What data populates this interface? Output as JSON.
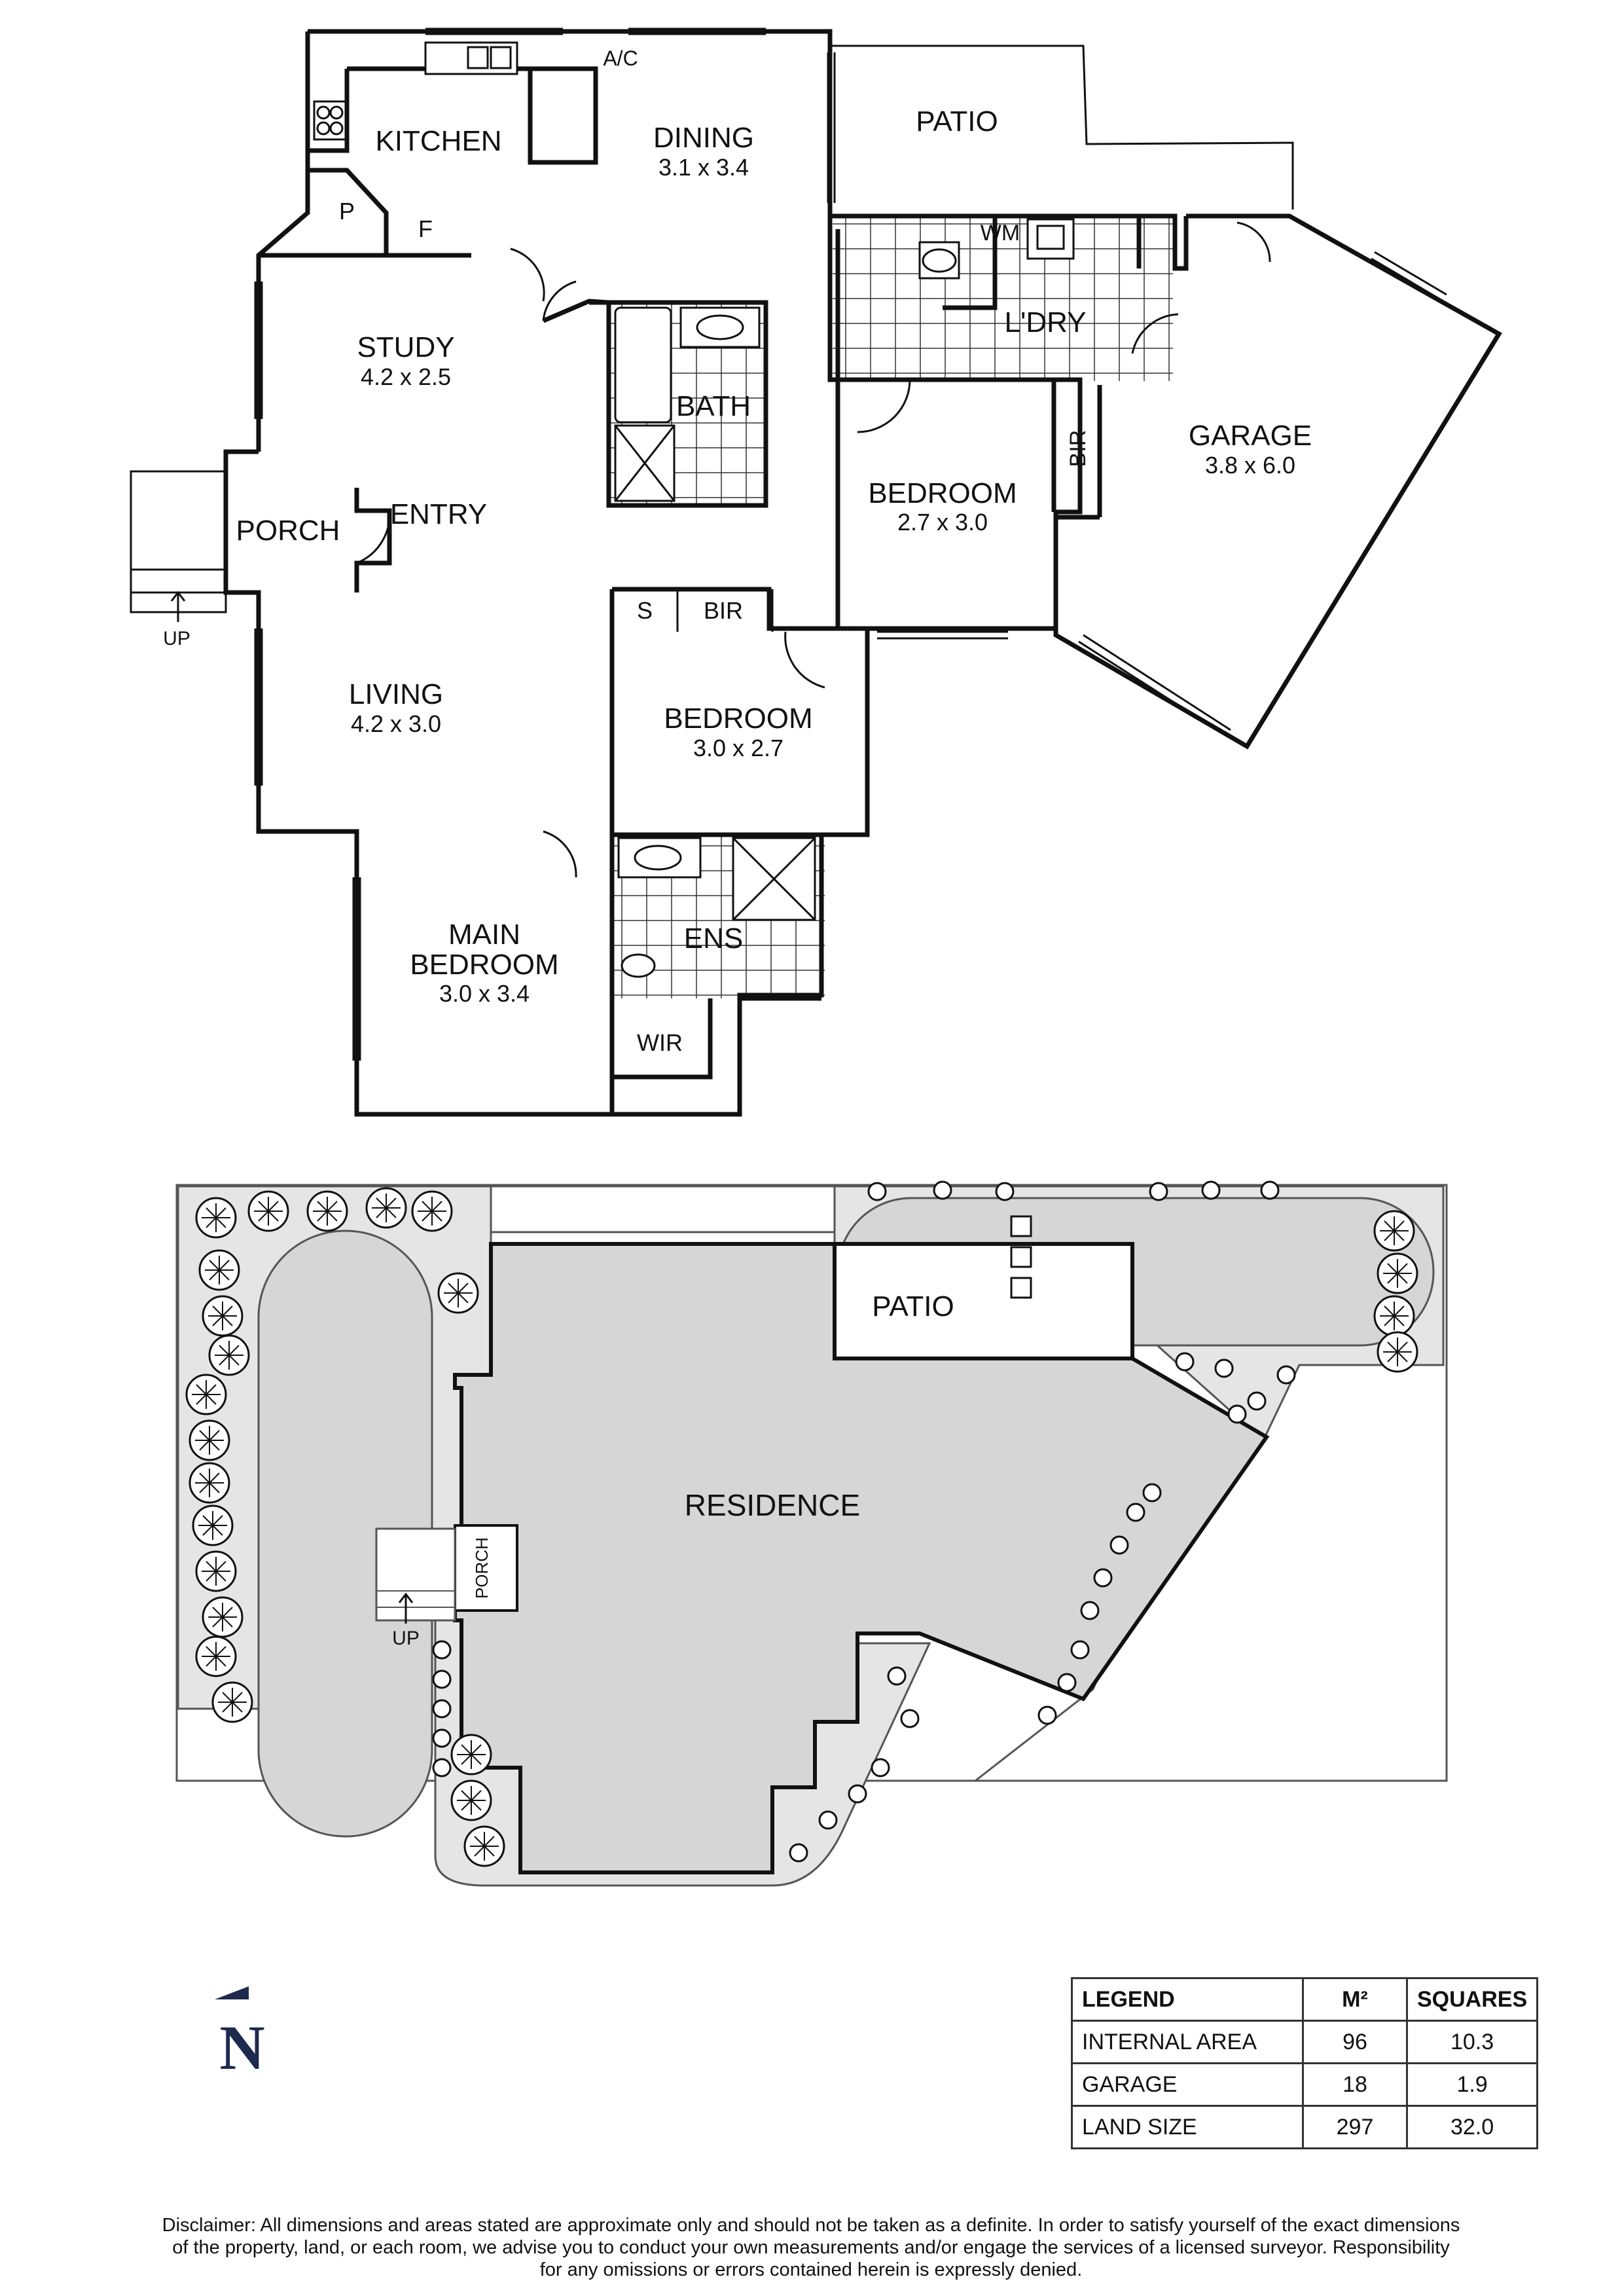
{
  "floor_plan": {
    "rooms": {
      "kitchen": "KITCHEN",
      "dining": "DINING",
      "dining_size": "3.1 x 3.4",
      "patio": "PATIO",
      "ac": "A/C",
      "pantry": "P",
      "fridge": "F",
      "wm": "WM",
      "laundry": "L'DRY",
      "study": "STUDY",
      "study_size": "4.2 x 2.5",
      "bath": "BATH",
      "bir_vertical": "BIR",
      "garage": "GARAGE",
      "garage_size": "3.8 x 6.0",
      "bedroom1": "BEDROOM",
      "bedroom1_size": "2.7 x 3.0",
      "porch": "PORCH",
      "entry": "ENTRY",
      "up": "UP",
      "s": "S",
      "bir": "BIR",
      "living": "LIVING",
      "living_size": "4.2 x 3.0",
      "bedroom2": "BEDROOM",
      "bedroom2_size": "3.0 x 2.7",
      "main_bedroom_line1": "MAIN",
      "main_bedroom_line2": "BEDROOM",
      "main_bedroom_size": "3.0 x 3.4",
      "ens": "ENS",
      "wir": "WIR"
    }
  },
  "site_plan": {
    "patio": "PATIO",
    "residence": "RESIDENCE",
    "porch": "PORCH",
    "up": "UP"
  },
  "north": {
    "label": "N"
  },
  "legend": {
    "headers": [
      "LEGEND",
      "M²",
      "SQUARES"
    ],
    "rows": [
      {
        "label": "INTERNAL AREA",
        "m2": "96",
        "squares": "10.3"
      },
      {
        "label": "GARAGE",
        "m2": "18",
        "squares": "1.9"
      },
      {
        "label": "LAND SIZE",
        "m2": "297",
        "squares": "32.0"
      }
    ]
  },
  "disclaimer": {
    "line1": "Disclaimer: All dimensions and areas stated are approximate only and should not be taken as a definite. In order to satisfy yourself of the exact dimensions",
    "line2": "of the property, land, or each room, we advise you to conduct your own measurements and/or engage the services of a licensed surveyor. Responsibility",
    "line3": "for any omissions or errors contained herein is expressly denied."
  }
}
